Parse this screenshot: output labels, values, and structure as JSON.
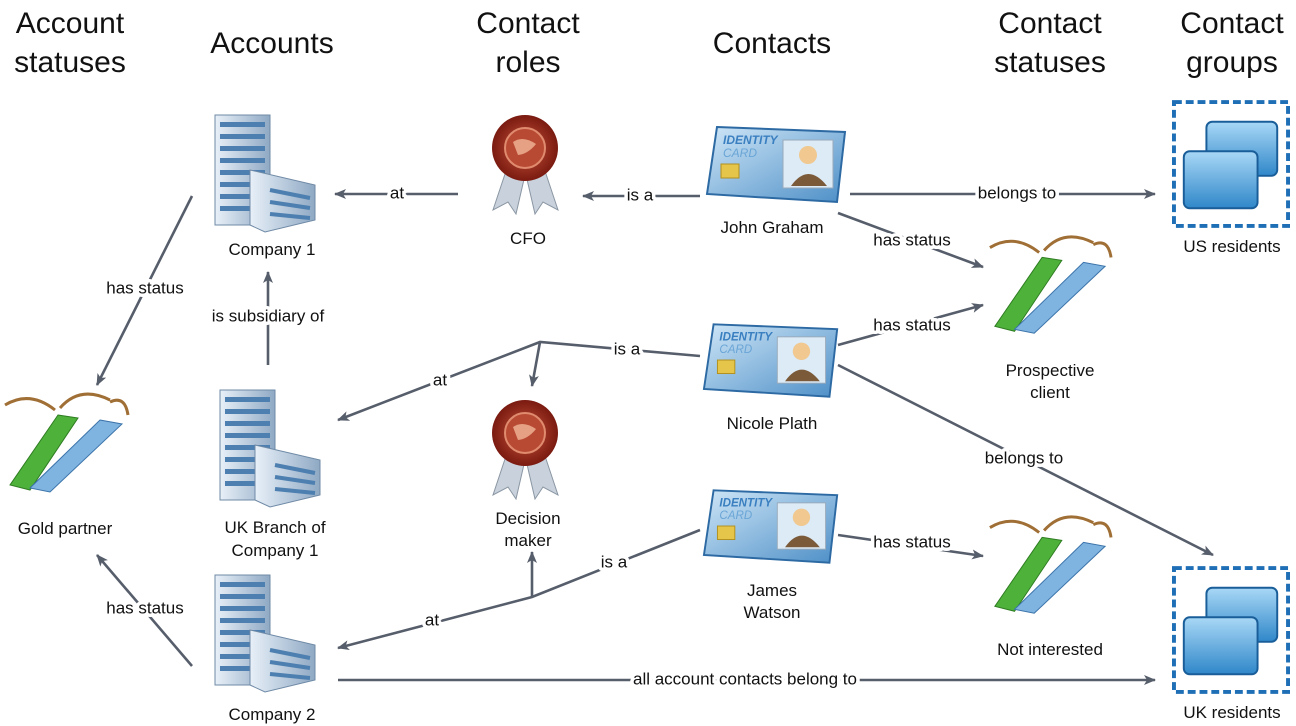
{
  "headers": {
    "account_statuses": [
      "Account",
      "statuses"
    ],
    "accounts": "Accounts",
    "contact_roles": [
      "Contact",
      "roles"
    ],
    "contacts": "Contacts",
    "contact_statuses": [
      "Contact",
      "statuses"
    ],
    "contact_groups": [
      "Contact",
      "groups"
    ]
  },
  "nodes": {
    "company1": {
      "label": "Company 1",
      "icon": "office-building-icon"
    },
    "uk_branch": {
      "label": [
        "UK Branch of",
        "Company 1"
      ],
      "icon": "office-building-icon"
    },
    "company2": {
      "label": "Company 2",
      "icon": "office-building-icon"
    },
    "gold_partner": {
      "label": "Gold partner",
      "icon": "tag-icon"
    },
    "cfo": {
      "label": "CFO",
      "icon": "wax-seal-icon"
    },
    "decision_maker": {
      "label": [
        "Decision",
        "maker"
      ],
      "icon": "wax-seal-icon"
    },
    "john": {
      "label": "John Graham",
      "icon": "identity-card-icon"
    },
    "nicole": {
      "label": "Nicole Plath",
      "icon": "identity-card-icon"
    },
    "james": {
      "label": [
        "James",
        "Watson"
      ],
      "icon": "identity-card-icon"
    },
    "prospective": {
      "label": [
        "Prospective",
        "client"
      ],
      "icon": "tag-icon"
    },
    "not_interested": {
      "label": "Not interested",
      "icon": "tag-icon"
    },
    "us_residents": {
      "label": "US residents",
      "icon": "group-icon"
    },
    "uk_residents": {
      "label": "UK residents",
      "icon": "group-icon"
    }
  },
  "edges": {
    "john_cfo": "is a",
    "cfo_company1": "at",
    "john_us": "belongs to",
    "john_prospective": "has status",
    "nicole_prospective": "has status",
    "nicole_uk": "belongs to",
    "nicole_role": "is a",
    "nicole_at": "at",
    "james_not_interested": "has status",
    "james_role": "is a",
    "james_at": "at",
    "company2_uk": "all account contacts belong to",
    "company1_gold": "has status",
    "company2_gold": "has status",
    "subsidiary": "is subsidiary of"
  },
  "colors": {
    "edge": "#575e6b",
    "group_border": "#1e6fb5"
  }
}
